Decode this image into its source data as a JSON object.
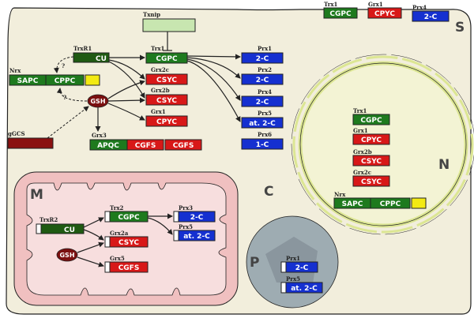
{
  "colors": {
    "green": "#1e7a1e",
    "red": "#d81818",
    "blue": "#1530d0",
    "darkgreen": "#1f5a12",
    "darkred": "#8a1010",
    "gsh": "#7a0f0f",
    "yellow": "#f3ea12",
    "cell": "#f2eedc",
    "nucleus_fill": "#f3f3d4",
    "nucleus_ring": "#dce693",
    "mito_outer": "#f0c0c0",
    "mito_inner": "#f7dede",
    "perox": "#9eacb2",
    "perox_inner": "#8a969e",
    "txnip": "#c8e6b0"
  },
  "legend": [
    {
      "label": "Trx1",
      "text": "CGPC",
      "color": "green"
    },
    {
      "label": "Grx1",
      "text": "CPYC",
      "color": "red"
    },
    {
      "label": "Prx4",
      "text": "2-C",
      "color": "blue"
    }
  ],
  "regions": {
    "S": "S",
    "N": "N",
    "C": "C",
    "M": "M",
    "P": "P"
  },
  "cytosol": {
    "txnip": "Txnip",
    "trxr1": {
      "label": "TrxR1",
      "text": "CU"
    },
    "nrx": {
      "label": "Nrx",
      "parts": [
        "SAPC",
        "CPPC"
      ]
    },
    "gsh": "GSH",
    "question": "?",
    "ggcs": "gGCS",
    "trx1": {
      "label": "Trx1",
      "text": "CGPC"
    },
    "grx2c": {
      "label": "Grx2c",
      "text": "CSYC"
    },
    "grx2b": {
      "label": "Grx2b",
      "text": "CSYC"
    },
    "grx1": {
      "label": "Grx1",
      "text": "CPYC"
    },
    "grx3": {
      "label": "Grx3",
      "parts": [
        "APQC",
        "CGFS",
        "CGFS"
      ]
    },
    "prx": [
      {
        "label": "Prx1",
        "text": "2-C"
      },
      {
        "label": "Prx2",
        "text": "2-C"
      },
      {
        "label": "Prx4",
        "text": "2-C"
      },
      {
        "label": "Prx5",
        "text": "at. 2-C"
      },
      {
        "label": "Prx6",
        "text": "1-C"
      }
    ]
  },
  "nucleus": {
    "items": [
      {
        "label": "Trx1",
        "text": "CGPC",
        "color": "green"
      },
      {
        "label": "Grx1",
        "text": "CPYC",
        "color": "red"
      },
      {
        "label": "Grx2b",
        "text": "CSYC",
        "color": "red"
      },
      {
        "label": "Grx2c",
        "text": "CSYC",
        "color": "red"
      }
    ],
    "nrx": {
      "label": "Nrx",
      "parts": [
        "SAPC",
        "CPPC"
      ]
    }
  },
  "mito": {
    "trxr2": {
      "label": "TrxR2",
      "text": "CU"
    },
    "gsh": "GSH",
    "trx2": {
      "label": "Trx2",
      "text": "CGPC"
    },
    "grx2a": {
      "label": "Grx2a",
      "text": "CSYC"
    },
    "grx5": {
      "label": "Grx5",
      "text": "CGFS"
    },
    "prx3": {
      "label": "Prx3",
      "text": "2-C"
    },
    "prx5": {
      "label": "Prx5",
      "text": "at. 2-C"
    }
  },
  "perox": {
    "prx1": {
      "label": "Prx1",
      "text": "2-C"
    },
    "prx5": {
      "label": "Prx5",
      "text": "at. 2-C"
    }
  }
}
